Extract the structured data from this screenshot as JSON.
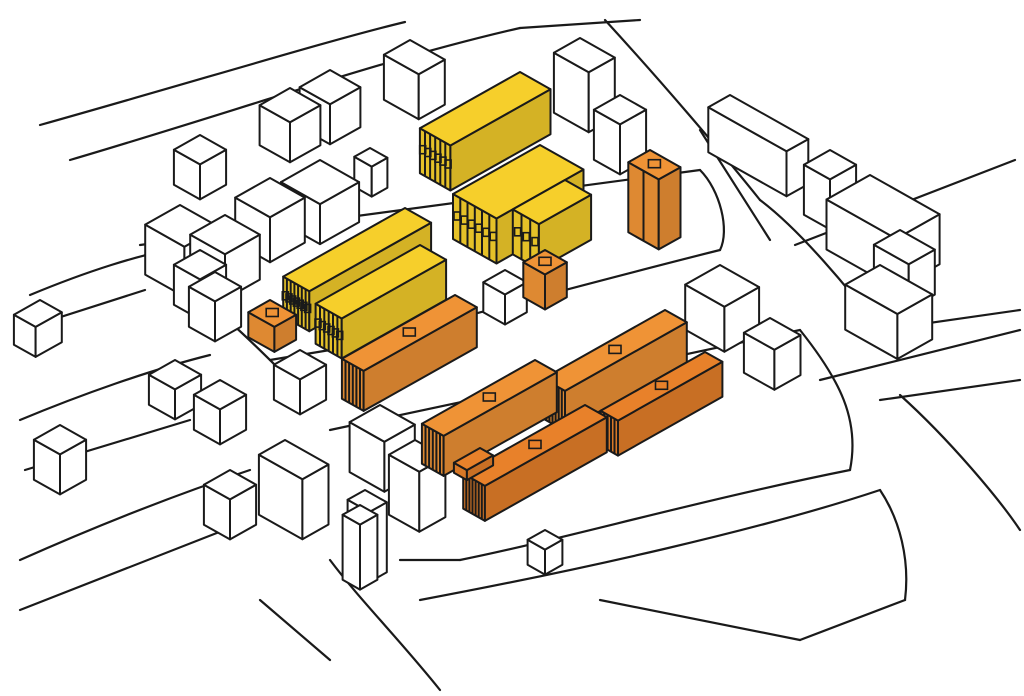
{
  "colors": {
    "background": "#ffffff",
    "ink": "#1a1a1a",
    "existing": "#ffffff",
    "yellow": "#f6cf2b",
    "orange": "#ef9336",
    "dark_orange": "#e8812a"
  },
  "groups": [
    {
      "id": "existing-buildings",
      "color_key": "existing"
    },
    {
      "id": "yellow-new-buildings",
      "color_key": "yellow"
    },
    {
      "id": "orange-new-buildings",
      "color_key": "orange"
    },
    {
      "id": "dark-orange-new-buildings",
      "color_key": "dark_orange"
    }
  ]
}
